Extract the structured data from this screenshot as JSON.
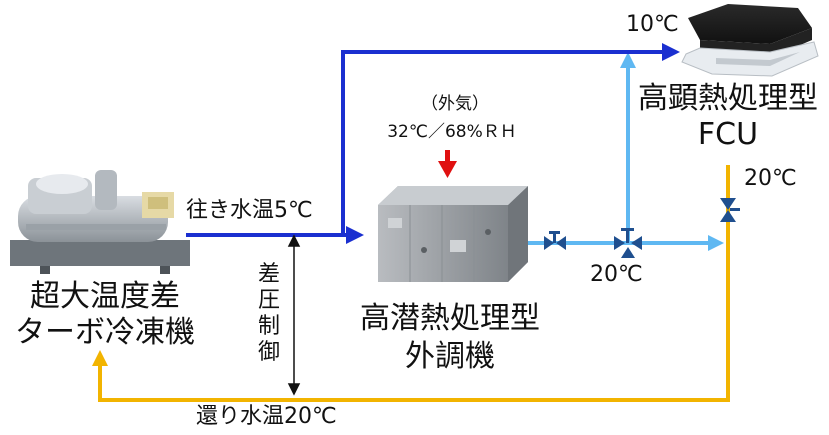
{
  "labels": {
    "outside_air": "（外気）",
    "outside_condition": "32℃／68%ＲＨ",
    "supply_water": "往き水温5℃",
    "return_water": "還り水温20℃",
    "temp_fcu_in": "10℃",
    "temp_fcu_out": "20℃",
    "temp_ahu_out": "20℃",
    "diff_pressure_control": [
      "差",
      "圧",
      "制",
      "御"
    ]
  },
  "equipment": {
    "chiller": [
      "超大温度差",
      "ターボ冷凍機"
    ],
    "ahu": [
      "高潜熱処理型",
      "外調機"
    ],
    "fcu": [
      "高顕熱処理型",
      "FCU"
    ]
  },
  "colors": {
    "supply_pipe": "#1a2fd0",
    "chilled_branch": "#5fb8f2",
    "return_pipe": "#f2b400",
    "outside_air_arrow": "#e01010",
    "valve": "#1f4f8f"
  }
}
